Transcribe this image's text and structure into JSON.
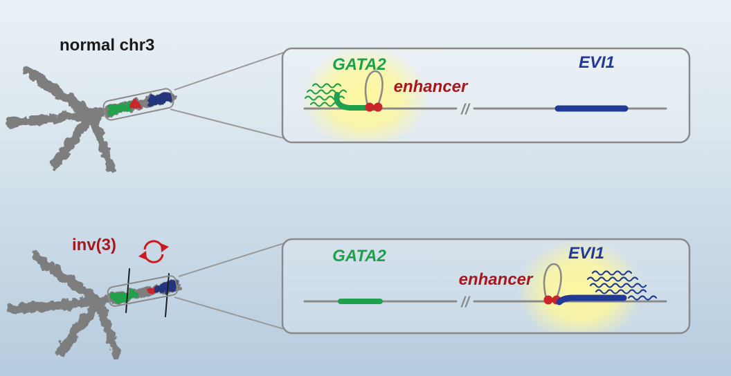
{
  "figure": {
    "normal_label": "normal chr3",
    "inversion_label": "inv(3)",
    "normal_panel": {
      "gata2": "GATA2",
      "enhancer": "enhancer",
      "evi1": "EVI1",
      "break": "//"
    },
    "inverted_panel": {
      "gata2": "GATA2",
      "enhancer": "enhancer",
      "evi1": "EVI1",
      "break": "//"
    },
    "colors": {
      "green": "#1fa04c",
      "blue": "#203a96",
      "red": "#c9252b",
      "dark_red": "#a6181e",
      "label_black": "#1a1a1a",
      "gray_line": "#8a8a8a",
      "chromosome_gray": "#7e7e7e",
      "glow_yellow": "#fdf7a0",
      "bg_top": "#eaf1f6",
      "bg_bottom": "#b6ccdf"
    }
  }
}
